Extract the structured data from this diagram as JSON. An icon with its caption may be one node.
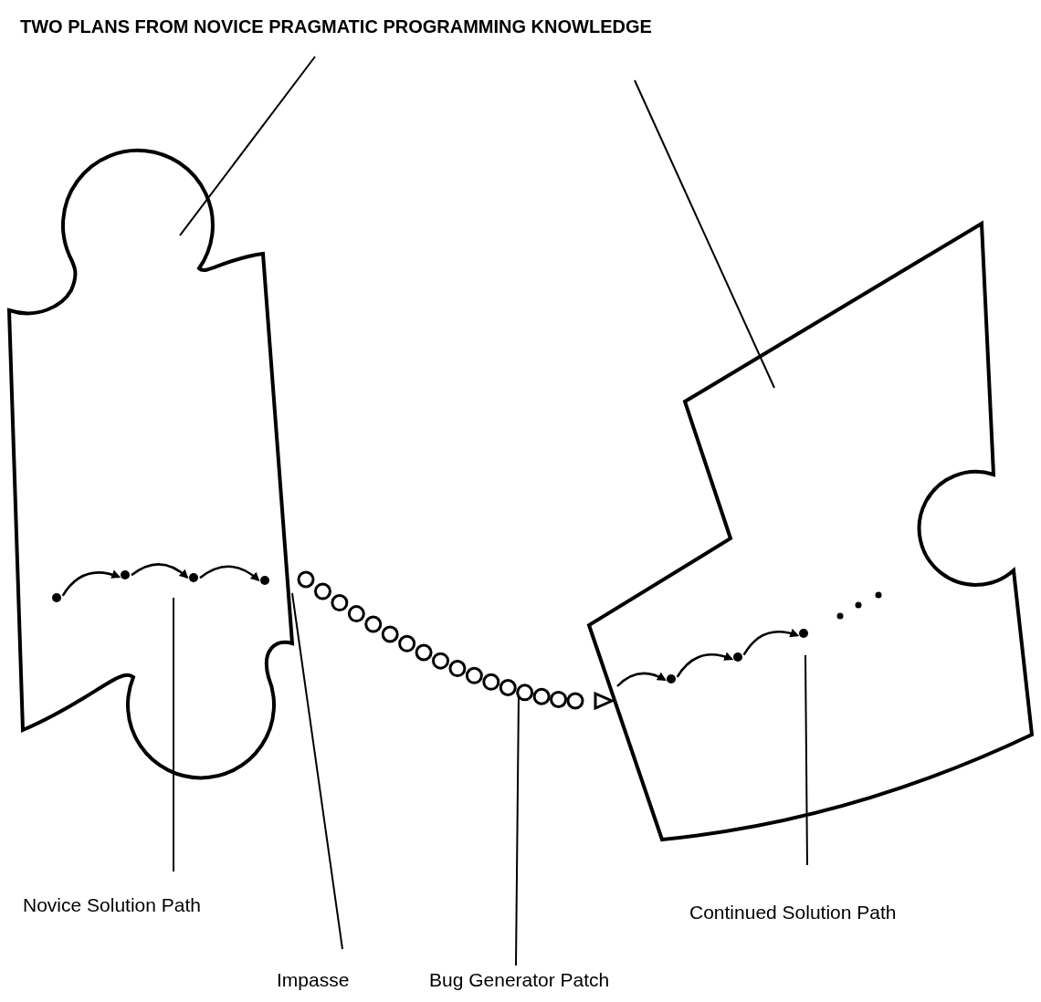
{
  "diagram": {
    "nodes": [
      {
        "text": [
          "TWO PLANS FROM NOVICE PRAGMATIC PROGRAMMING KNOWLEDGE"
        ]
      },
      {
        "text": [],
        "shape": "puzzle"
      },
      {
        "text": [],
        "shape": "puzzle"
      },
      {
        "text": [],
        "shape": "circle",
        "in": 1
      },
      {
        "text": [],
        "shape": "circle",
        "in": 1
      },
      {
        "text": [],
        "shape": "circle",
        "in": 1
      },
      {
        "text": [],
        "shape": "circle",
        "in": 1
      },
      {
        "text": [],
        "shape": "chain"
      },
      {
        "text": [],
        "shape": "circle",
        "in": 2
      },
      {
        "text": [],
        "shape": "circle",
        "in": 2
      },
      {
        "text": [],
        "shape": "circle",
        "in": 2
      },
      {
        "text": [
          "Novice Solution Path"
        ]
      },
      {
        "text": [
          "Impasse"
        ]
      },
      {
        "text": [
          "Bug Generator Patch"
        ]
      },
      {
        "text": [
          "Continued Solution Path"
        ]
      }
    ],
    "edges": [
      {
        "from": 0,
        "to": 1,
        "arrow": "none"
      },
      {
        "from": 0,
        "to": 2,
        "arrow": "none"
      },
      {
        "from": 3,
        "to": 4,
        "arrow": "to"
      },
      {
        "from": 4,
        "to": 5,
        "arrow": "to"
      },
      {
        "from": 5,
        "to": 6,
        "arrow": "to"
      },
      {
        "from": 7,
        "to": 8,
        "arrow": "to"
      },
      {
        "from": 8,
        "to": 9,
        "arrow": "to"
      },
      {
        "from": 9,
        "to": 10,
        "arrow": "to"
      },
      {
        "from": 11,
        "to": null,
        "arrow": "none"
      },
      {
        "from": 12,
        "to": 1,
        "arrow": "none"
      },
      {
        "from": 13,
        "to": 7,
        "arrow": "none"
      },
      {
        "from": 14,
        "to": null,
        "arrow": "none"
      }
    ]
  }
}
